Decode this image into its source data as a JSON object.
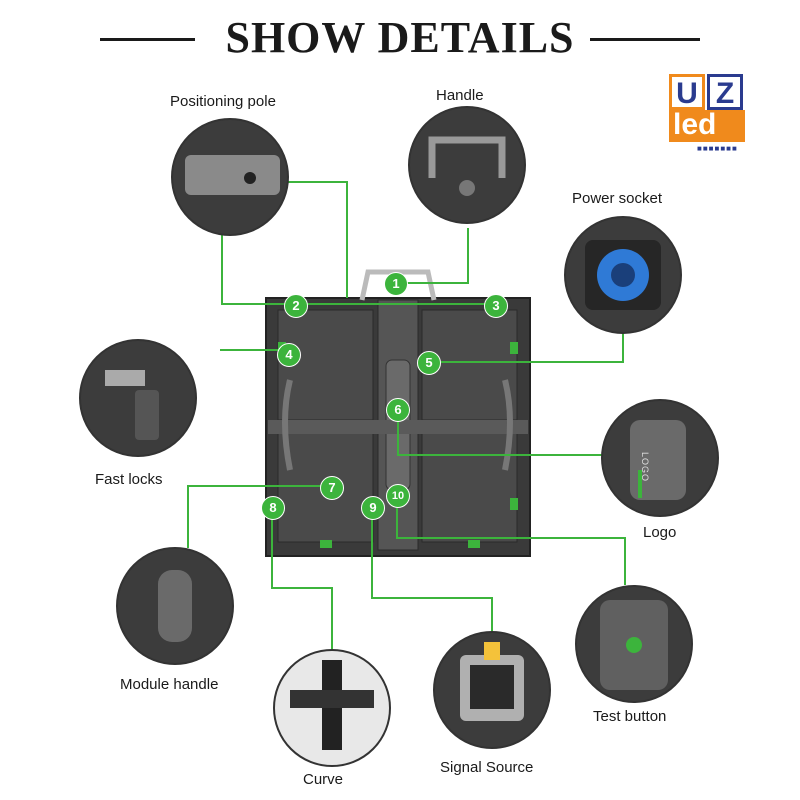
{
  "title": "SHOW DETAILS",
  "logo": {
    "top": "UZ",
    "bottom": "led",
    "orange": "#f08a1c",
    "blue": "#2a3b8f"
  },
  "accent_color": "#3cb43c",
  "labels": {
    "positioning_pole": "Positioning pole",
    "handle": "Handle",
    "power_socket": "Power socket",
    "fast_locks": "Fast locks",
    "logo": "Logo",
    "module_handle": "Module handle",
    "curve": "Curve",
    "signal_source": "Signal Source",
    "test_button": "Test button"
  },
  "panel": {
    "logo_text": "LOGO"
  },
  "badges": [
    "1",
    "2",
    "3",
    "4",
    "5",
    "6",
    "7",
    "8",
    "9",
    "10"
  ]
}
